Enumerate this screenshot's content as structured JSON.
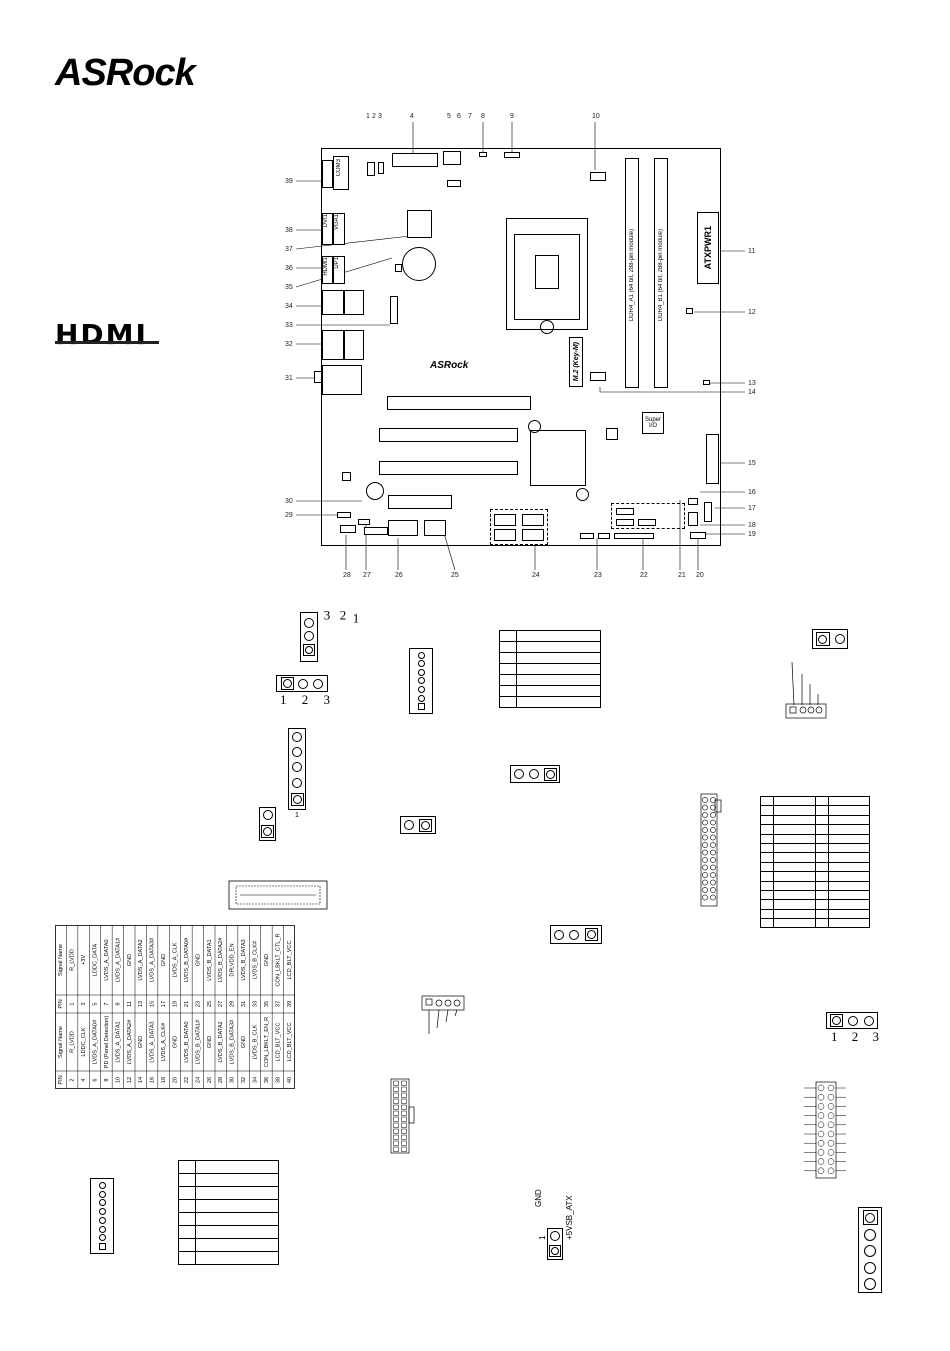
{
  "brand": {
    "logo": "ASRock",
    "hdmi_logo": "HDMI"
  },
  "board": {
    "top_callouts": [
      "1",
      "2",
      "3",
      "4",
      "5",
      "6",
      "7",
      "8",
      "9",
      "10"
    ],
    "right_callouts": [
      "11",
      "12",
      "13",
      "14",
      "15",
      "16",
      "17",
      "18",
      "19"
    ],
    "bottom_callouts": [
      "28",
      "27",
      "26",
      "25",
      "24",
      "23",
      "22",
      "21",
      "20"
    ],
    "left_callouts": [
      "39",
      "38",
      "37",
      "36",
      "35",
      "34",
      "33",
      "32",
      "31",
      "30",
      "29"
    ],
    "labels": {
      "com3": "COM3",
      "dvi": "DVI1",
      "vga": "VGA1",
      "hdmi": "HDMI1",
      "dp": "DP1",
      "atxpwr": "ATXPWR1",
      "dimm_a": "DDR4_A1 (64 bit, 288-pin module)",
      "dimm_b": "DDR4_B1 (64 bit, 288-pin module)",
      "m2": "M.2 (Key-M)",
      "superio": "Super I/O",
      "board_logo": "ASRock"
    }
  },
  "pin_labels": {
    "jumper_vertical": [
      "3",
      "2",
      "1"
    ],
    "jumper_horizontal_1": [
      "1",
      "2",
      "3"
    ],
    "header5_bottom": "1",
    "jumper_horizontal_2": [
      "1",
      "2",
      "3"
    ],
    "standby": {
      "gnd": "GND",
      "pin1": "1",
      "vsb": "+5VSB_ATX"
    }
  },
  "lvds_table": {
    "headers": [
      "PIN",
      "Signal Name",
      "PIN",
      "Signal Name"
    ],
    "rows": [
      [
        "2",
        "R_LVDD",
        "1",
        "R_LVDD"
      ],
      [
        "4",
        "LDDC_CLK",
        "3",
        "+3V"
      ],
      [
        "6",
        "LVDS_A_DATA0#",
        "5",
        "LDDC_DATA"
      ],
      [
        "8",
        "PD (Panel Detection)",
        "7",
        "LVDS_A_DATA0"
      ],
      [
        "10",
        "LVDS_A_DATA1",
        "9",
        "LVDS_A_DATA1#"
      ],
      [
        "12",
        "LVDS_A_DATA2#",
        "11",
        "GND"
      ],
      [
        "14",
        "GND",
        "13",
        "LVDS_A_DATA2"
      ],
      [
        "16",
        "LVDS_A_DATA3",
        "15",
        "LVDS_A_DATA3#"
      ],
      [
        "18",
        "LVDS_A_CLK#",
        "17",
        "GND"
      ],
      [
        "20",
        "GND",
        "19",
        "LVDS_A_CLK"
      ],
      [
        "22",
        "LVDS_B_DATA0",
        "21",
        "LVDS_B_DATA0#"
      ],
      [
        "24",
        "LVDS_B_DATA1#",
        "23",
        "GND"
      ],
      [
        "26",
        "GND",
        "25",
        "LVDS_B_DATA1"
      ],
      [
        "28",
        "LVDS_B_DATA2",
        "27",
        "LVDS_B_DATA2#"
      ],
      [
        "30",
        "LVDS_B_DATA3#",
        "29",
        "DPLVDD_EN"
      ],
      [
        "32",
        "GND",
        "31",
        "LVDS_B_DATA3"
      ],
      [
        "34",
        "LVDS_B_CLK",
        "33",
        "LVDS_B_CLK#"
      ],
      [
        "36",
        "CON_LBKLT_EN_R",
        "35",
        "GND"
      ],
      [
        "38",
        "LCD_BLT_VCC",
        "37",
        "CON_LBKLT_CTL_R"
      ],
      [
        "40",
        "LCD_BLT_VCC",
        "39",
        "LCD_BLT_VCC"
      ]
    ]
  }
}
